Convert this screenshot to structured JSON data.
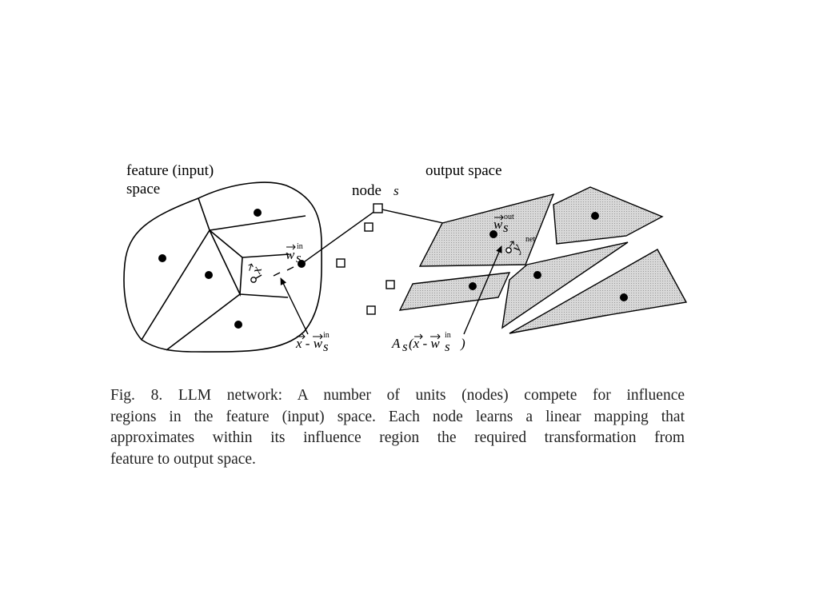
{
  "diagram": {
    "feature_space_label_line1": "feature (input)",
    "feature_space_label_line2": "space",
    "output_space_label": "output space",
    "node_label": "node",
    "node_symbol": "s",
    "labels": {
      "x_vec": "x",
      "w_in": "w",
      "w_sub": "s",
      "w_in_sup": "in",
      "w_out_sup": "out",
      "y_vec": "y",
      "y_sup": "net",
      "diff_label": "x - w",
      "diff_sup": "in",
      "A_label": "A",
      "A_sub": "s",
      "A_expr_open": "(x - w",
      "A_expr_close": ")",
      "A_sup": "in"
    }
  },
  "caption": {
    "line1": "Fig. 8.   LLM network: A number of units (nodes) compete for influence",
    "line2": "regions in the feature (input) space. Each node learns a linear mapping that",
    "line3": "approximates within its influence region the required transformation from",
    "line4": "feature to output space."
  }
}
